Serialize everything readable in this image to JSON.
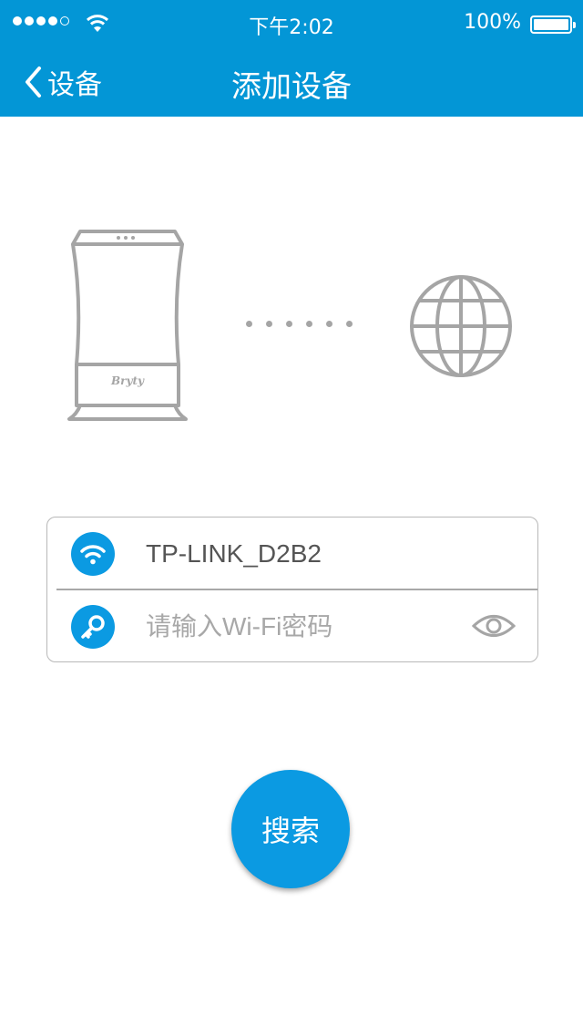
{
  "status_bar": {
    "signal_bars": 4,
    "signal_total": 5,
    "time": "下午2:02",
    "battery_percent": "100%"
  },
  "nav": {
    "back_label": "设备",
    "title": "添加设备"
  },
  "illustration": {
    "device_brand": "Bryty",
    "connection_dots": 6,
    "target_icon": "globe-icon"
  },
  "form": {
    "ssid": "TP-LINK_D2B2",
    "ssid_icon": "wifi-icon",
    "password_value": "",
    "password_placeholder": "请输入Wi-Fi密码",
    "password_icon": "key-icon",
    "visibility_icon": "eye-icon"
  },
  "actions": {
    "search_label": "搜索"
  },
  "colors": {
    "header_bg": "#0396d6",
    "accent": "#0b9ae2",
    "icon_gray": "#a5a5a5"
  }
}
